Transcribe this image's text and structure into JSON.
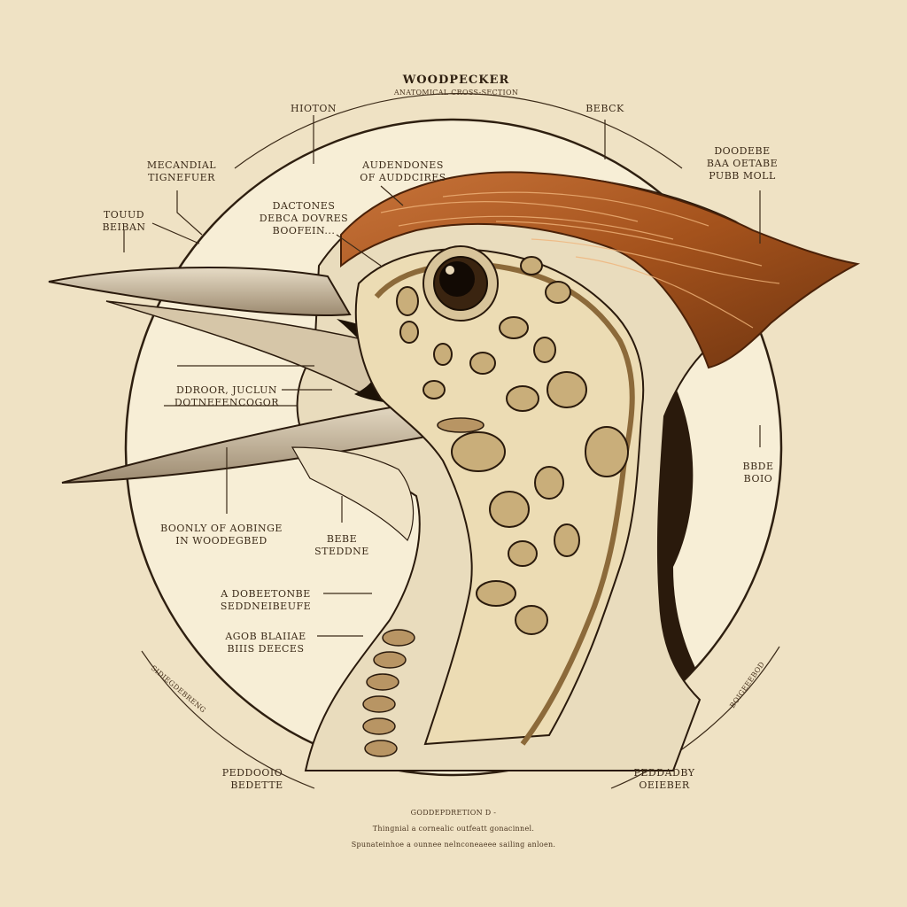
{
  "diagram": {
    "title": "WOODPECKER",
    "subtitle": "ANATOMICAL CROSS-SECTION",
    "labels": {
      "top_left_1": "HIOTON",
      "top_right_1": "BEBCK",
      "left_1a": "MECANDIAL",
      "left_1b": "TIGNEFUER",
      "left_2a": "TOUUD",
      "left_2b": "BEIBAN",
      "center_1a": "AUDENDONES",
      "center_1b": "OF AUDDCIRES",
      "center_2a": "DACTONES",
      "center_2b": "DEBCA DOVRES",
      "center_2c": "BOOFEIN...",
      "right_1a": "DOODEBE",
      "right_1b": "BAA OETABE",
      "right_1c": "PUBB MOLL",
      "mid_left_a": "DDROOR, JUCLUN",
      "mid_left_b": "DOTNEFENCOGOR",
      "right_2a": "BBDE",
      "right_2b": "BOIO",
      "lower_left_a": "BOONLY OF AOBINGE",
      "lower_left_b": "IN WOODEGBED",
      "lower_mid_a": "BEBE",
      "lower_mid_b": "STEDDNE",
      "lower_1a": "A DOBEETONBE",
      "lower_1b": "SEDDNEIBEUFE",
      "lower_2a": "AGOB BLAIIAE",
      "lower_2b": "BIIIS DEECES",
      "arc_left": "SIDIEGDEBRENG",
      "arc_right": "BOIGEEEBOD",
      "bottom_left_a": "PEDDOOIO",
      "bottom_left_b": "BEDETTE",
      "bottom_right_a": "PEDDADBY",
      "bottom_right_b": "OEIEBER"
    },
    "caption": {
      "heading": "GODDEPDRETION D -",
      "line1": "Thingnial a cornealic outfeatt gonacinnel.",
      "line2": "Spunateinhoe a ounnee nelnconeaeee sailing anloen."
    }
  },
  "colors": {
    "background": "#efe2c4",
    "disc": "#f7eed6",
    "ink": "#3b2a18",
    "crest": "#a4521c",
    "beak": "#cbb9a0",
    "tissue": "#ecdcb4",
    "dark": "#2a1a0c"
  }
}
